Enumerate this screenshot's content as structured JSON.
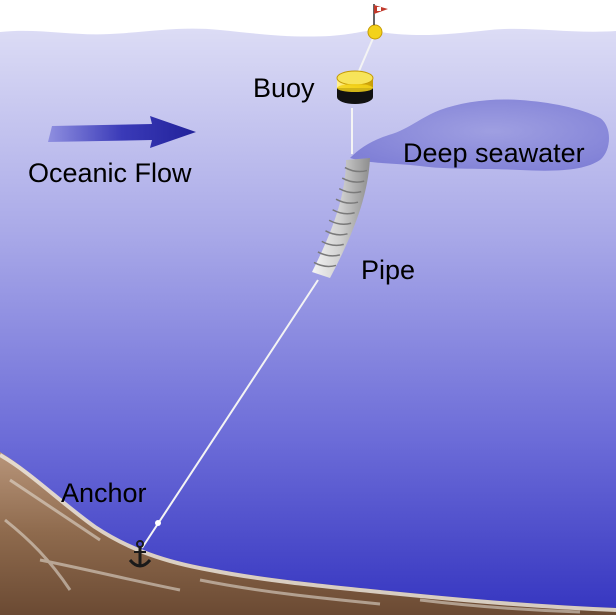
{
  "labels": {
    "buoy": "Buoy",
    "oceanic_flow": "Oceanic Flow",
    "deep_seawater": "Deep seawater",
    "pipe": "Pipe",
    "anchor": "Anchor"
  },
  "colors": {
    "sky": "#ffffff",
    "water_top": "#d9d9f4",
    "water_mid": "#9a9ae4",
    "water_bottom": "#3f3fc6",
    "flow_arrow": "#2f2fb0",
    "deep_seawater_plume": "#7f7fd8",
    "buoy_yellow": "#f2d21b",
    "buoy_black": "#111111",
    "pipe": "#d4d4d4",
    "seabed": "#8a6a4c",
    "flag": "#c0392b"
  },
  "icons": {
    "flag": "flag-icon",
    "anchor": "anchor-icon",
    "flow_arrow": "arrow-right-icon"
  }
}
